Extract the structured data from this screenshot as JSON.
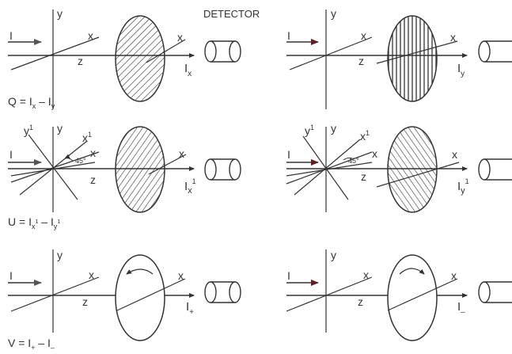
{
  "detector_label": "DETECTOR",
  "axis_labels": {
    "x": "x",
    "y": "y",
    "z": "z",
    "x1": "x",
    "y1": "y",
    "sup1": "1"
  },
  "input_intensity": "I",
  "angle_label": "45°",
  "panels": {
    "q_left": {
      "out": "I",
      "out_sub": "x"
    },
    "q_right": {
      "out": "I",
      "out_sub": "y"
    },
    "u_left": {
      "out": "I",
      "out_sub": "x",
      "out_sup": "1"
    },
    "u_right": {
      "out": "I",
      "out_sub": "y",
      "out_sup": "1"
    },
    "v_left": {
      "out": "I",
      "out_sub": "+"
    },
    "v_right": {
      "out": "I",
      "out_sub": "–"
    }
  },
  "equations": {
    "q": {
      "lhs": "Q = I",
      "sub1": "x",
      "mid": " – I",
      "sub2": "y"
    },
    "u": {
      "lhs": "U = I",
      "sub1": "x",
      "sup1": "1",
      "mid": " – I",
      "sub2": "y",
      "sup2": "1"
    },
    "v": {
      "lhs": "V = I",
      "sub1": "+",
      "mid": " – I",
      "sub2": "–"
    }
  },
  "colors": {
    "ink": "#333333",
    "arrow_head_dark": "#6b1a1a"
  }
}
